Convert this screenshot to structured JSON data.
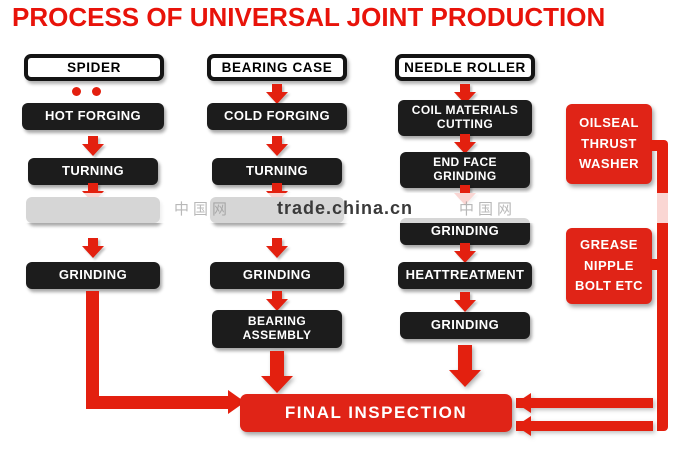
{
  "title": "PROCESS OF UNIVERSAL JOINT PRODUCTION",
  "watermark": {
    "left": "中国网",
    "site": "trade.china.cn",
    "right": "中国网"
  },
  "columns": [
    {
      "header": "SPIDER",
      "steps": [
        {
          "label": "HOT FORGING"
        },
        {
          "label": "TURNING"
        },
        {
          "label": ""
        },
        {
          "label": "GRINDING"
        }
      ]
    },
    {
      "header": "BEARING CASE",
      "steps": [
        {
          "label": "COLD FORGING"
        },
        {
          "label": "TURNING"
        },
        {
          "label": ""
        },
        {
          "label": "GRINDING"
        },
        {
          "label": "BEARING ASSEMBLY"
        }
      ]
    },
    {
      "header": "NEEDLE ROLLER",
      "steps": [
        {
          "label": "COIL MATERIALS CUTTING"
        },
        {
          "label": "END FACE GRINDING"
        },
        {
          "label": "GRINDING"
        },
        {
          "label": "HEATTREATMENT"
        },
        {
          "label": "GRINDING"
        }
      ]
    }
  ],
  "side_boxes": [
    {
      "lines": [
        "OILSEAL",
        "THRUST",
        "WASHER"
      ]
    },
    {
      "lines": [
        "GREASE",
        "NIPPLE",
        "BOLT ETC"
      ]
    }
  ],
  "final": {
    "label": "FINAL INSPECTION"
  },
  "colors": {
    "red": "#e3200f",
    "black_box": "#1c1c1c",
    "title_red": "#e8130a"
  }
}
